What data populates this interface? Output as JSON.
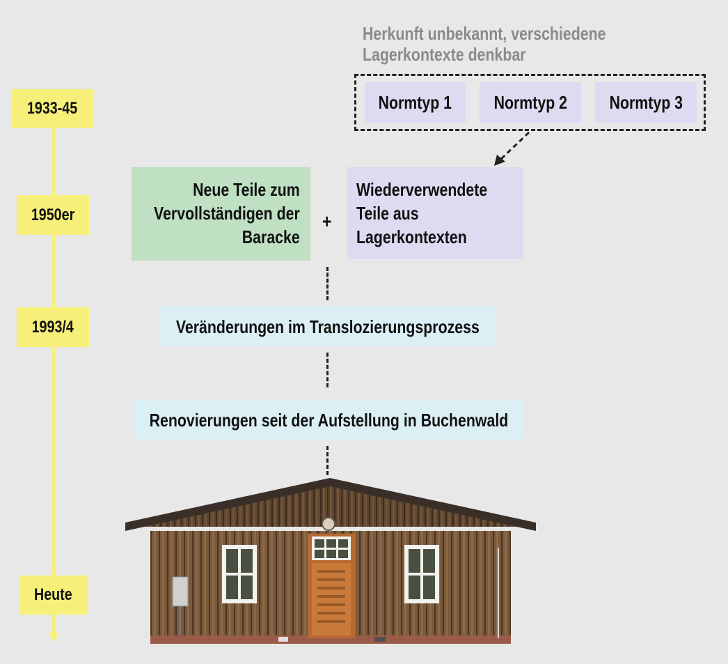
{
  "timeline": {
    "labels": [
      "1933-45",
      "1950er",
      "1993/4",
      "Heute"
    ]
  },
  "origin_note": {
    "line1": "Herkunft unbekannt, verschiedene",
    "line2": "Lagerkontexte denkbar"
  },
  "normtypes": [
    "Normtyp 1",
    "Normtyp 2",
    "Normtyp 3"
  ],
  "new_parts": {
    "line1": "Neue Teile zum",
    "line2": "Vervollständigen der",
    "line3": "Baracke"
  },
  "plus": "+",
  "reused_parts": {
    "line1": "Wiederverwendete",
    "line2": "Teile aus",
    "line3": "Lagerkontexten"
  },
  "changes": "Veränderungen im Translozierungsprozess",
  "renovations": "Renovierungen seit der Aufstellung in Buchenwald",
  "colors": {
    "background": "#e8e8e8",
    "timeline_yellow": "#f6f07a",
    "violet": "#dddaf1",
    "green": "#bfe0c2",
    "light_blue": "#dbeff4",
    "note_gray": "#8a8a8a"
  }
}
